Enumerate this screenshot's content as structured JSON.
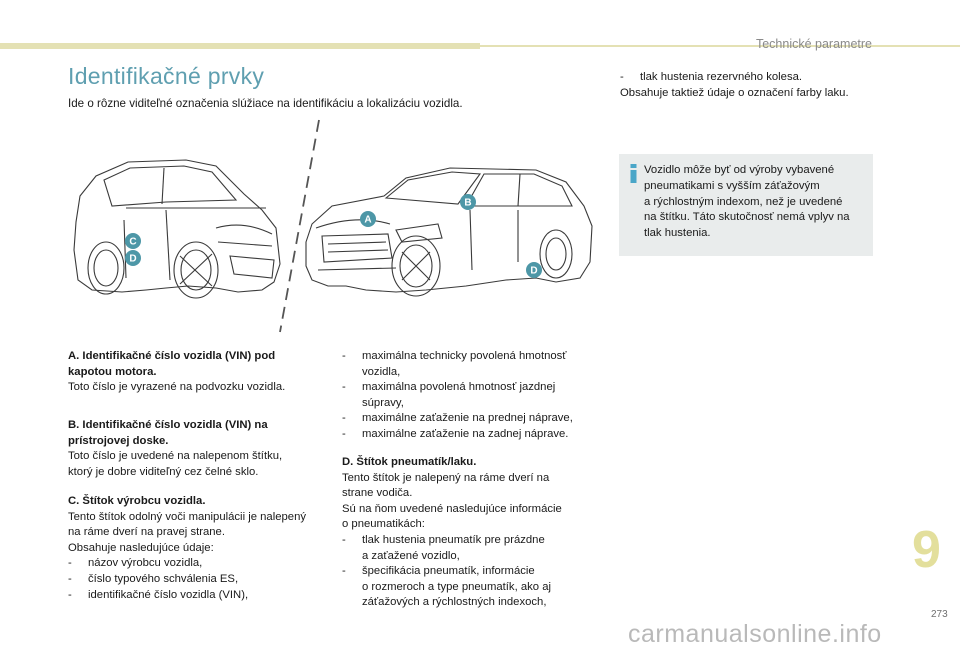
{
  "header": {
    "section_title": "Technické parametre"
  },
  "page": {
    "title": "Identifikačné prvky",
    "intro": "Ide o rôzne viditeľné označenia slúžiace na identifikáciu a lokalizáciu vozidla.",
    "chapter_number": "9",
    "page_number": "273"
  },
  "figure": {
    "markers": [
      "A",
      "B",
      "C",
      "D"
    ],
    "marker_color": "#4d97a7"
  },
  "items": {
    "a": {
      "title_line1": "A. Identifikačné číslo vozidla (VIN) pod",
      "title_line2": "kapotou motora.",
      "text": "Toto číslo je vyrazené na podvozku vozidla."
    },
    "b": {
      "title_line1": "B. Identifikačné číslo vozidla (VIN) na",
      "title_line2": "prístrojovej doske.",
      "text_line1": "Toto číslo je uvedené na nalepenom štítku,",
      "text_line2": "ktorý je dobre viditeľný cez čelné sklo."
    },
    "c": {
      "title": "C. Štítok výrobcu vozidla.",
      "text_line1": "Tento štítok odolný voči manipulácii je nalepený",
      "text_line2": "na ráme dverí na pravej strane.",
      "text_line3": "Obsahuje nasledujúce údaje:",
      "list": [
        "názov výrobcu vozidla,",
        "číslo typového schválenia ES,",
        "identifikačné číslo vozidla (VIN),"
      ]
    },
    "c_cont": [
      {
        "line1": "maximálna technicky povolená hmotnosť",
        "line2": "vozidla,"
      },
      {
        "line1": "maximálna povolená hmotnosť jazdnej",
        "line2": "súpravy,"
      },
      {
        "line1": "maximálne zaťaženie na prednej náprave,",
        "line2": ""
      },
      {
        "line1": "maximálne zaťaženie na zadnej náprave.",
        "line2": ""
      }
    ],
    "d": {
      "title": "D. Štítok pneumatík/laku.",
      "text_line1": "Tento štítok je nalepený na ráme dverí na",
      "text_line2": "strane vodiča.",
      "text_line3": "Sú na ňom uvedené nasledujúce informácie",
      "text_line4": "o pneumatikách:",
      "list": [
        {
          "line1": "tlak hustenia pneumatík pre prázdne",
          "line2": "a zaťažené vozidlo,",
          "line3": ""
        },
        {
          "line1": "špecifikácia pneumatík, informácie",
          "line2": "o rozmeroch a type pneumatík, ako aj",
          "line3": "záťažových a rýchlostných indexoch,"
        }
      ]
    },
    "d_cont": {
      "bullet": "tlak hustenia rezervného kolesa.",
      "text": "Obsahuje taktiež údaje o označení farby laku."
    }
  },
  "dash_char": "-",
  "info": {
    "lines": [
      "Vozidlo môže byť od výroby vybavené",
      "pneumatikami s vyšším záťažovým",
      "a rýchlostným indexom, než je uvedené",
      "na štítku. Táto skutočnosť nemá vplyv na",
      "tlak hustenia."
    ],
    "icon_color": "#4aa6c8"
  },
  "watermark": "carmanualsonline.info",
  "colors": {
    "accent": "#5f9fb0",
    "bar": "#e4e1b4",
    "chapter": "#e3df9c"
  }
}
